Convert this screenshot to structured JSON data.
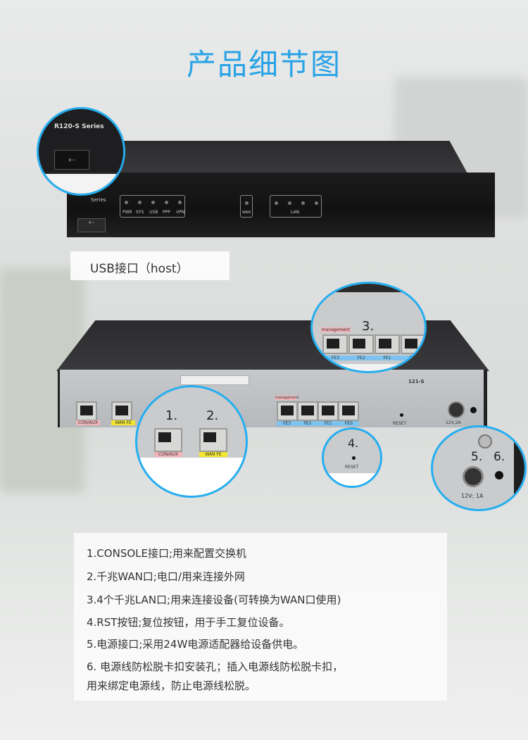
{
  "title": "产品细节图",
  "front": {
    "series_label": "R120-S Series",
    "series_short": "Series",
    "leds": [
      "PWR",
      "SYS",
      "USB",
      "PPP",
      "VPN"
    ],
    "wan_led": "WAN",
    "lan_label": "LAN",
    "usb_caption": "USB接口（host）"
  },
  "back": {
    "ports": {
      "console": "CON/AUX",
      "wan": "WAN FE",
      "management": "management",
      "fe": [
        "FE3",
        "FE2",
        "FE1",
        "FE0"
      ],
      "reset": "RESET",
      "power": "12V,2A",
      "model": "121-S"
    },
    "callouts": {
      "n1": "1.",
      "n2": "2.",
      "n3": "3.",
      "n4": "4.",
      "n5": "5.",
      "n6": "6.",
      "power_zoom": "12V; 1A"
    }
  },
  "description": [
    "1.CONSOLE接口;用来配置交换机",
    "2.千兆WAN口;电口/用来连接外网",
    "3.4个千兆LAN口;用来连接设备(可转换为WAN口使用)",
    "4.RST按钮;复位按钮，用于手工复位设备。",
    "5.电源接口;采用24W电源适配器给设备供电。",
    "6. 电源线防松脱卡扣安装孔；插入电源线防松脱卡扣，",
    "用来绑定电源线，防止电源线松脱。"
  ],
  "colors": {
    "accent": "#29a3e6",
    "circle": "#25aef0"
  }
}
